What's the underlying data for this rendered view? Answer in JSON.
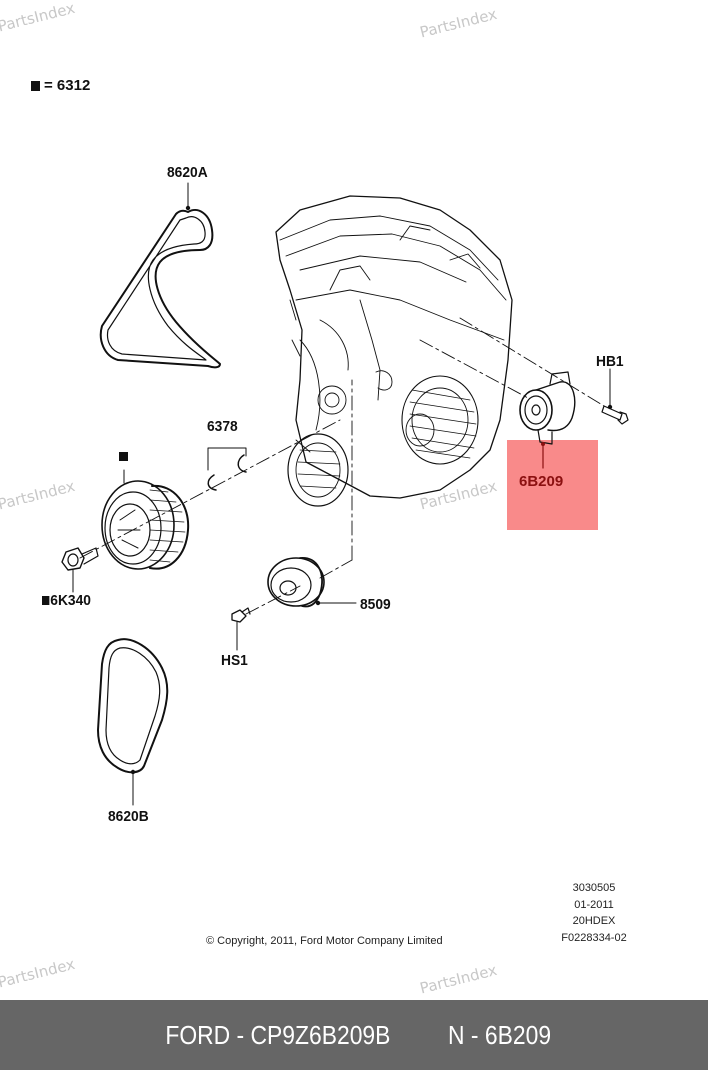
{
  "watermark": "PartsIndex",
  "legend": {
    "symbol": "square-bullet-icon",
    "text": "= 6312"
  },
  "callouts": {
    "belt_a": "8620A",
    "belt_b": "8620B",
    "washers": "6378",
    "crank_pulley_marker": "square-bullet-icon",
    "crank_bolt": "6K340",
    "pulley": "8509",
    "pulley_screw": "HS1",
    "tensioner_bolt": "HB1",
    "tensioner": "6B209"
  },
  "highlight": {
    "part": "6B209",
    "color": "#f98a8a",
    "text_color": "#8b1010"
  },
  "copyright": "© Copyright, 2011, Ford Motor Company Limited",
  "meta": {
    "lines": [
      "3030505",
      "01-2011",
      "20HDEX",
      "F0228334-02"
    ]
  },
  "footer": {
    "brand_part": "FORD - CP9Z6B209B",
    "base_part": "N - 6B209",
    "background": "#666666"
  }
}
